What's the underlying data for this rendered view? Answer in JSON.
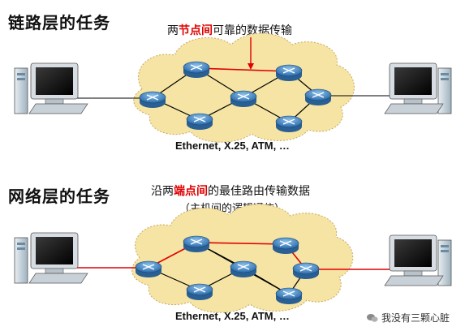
{
  "headings": {
    "link_layer": "链路层的任务",
    "network_layer": "网络层的任务"
  },
  "captions": {
    "link": {
      "pre": "两",
      "highlight": "节点间",
      "post": "可靠的数据传输"
    },
    "network": {
      "pre": "沿两",
      "highlight": "端点间",
      "post": "的最佳路由传输数据",
      "line2": "（主机间的逻辑通信）"
    }
  },
  "network_labels": {
    "top": "Ethernet, X.25, ATM, …",
    "bottom": "Ethernet, X.25, ATM, …"
  },
  "watermark": "我没有三颗心脏",
  "colors": {
    "cloud_fill": "#f6e4a4",
    "cloud_stroke": "#c8a860",
    "router": "#3f86c4",
    "highlight_link": "#e00000",
    "normal_link": "#000000"
  }
}
